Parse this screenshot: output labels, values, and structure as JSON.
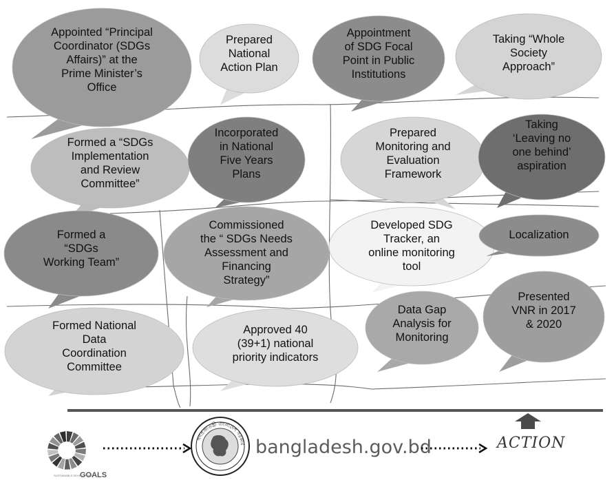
{
  "bubbles": [
    {
      "id": "principal-coordinator",
      "lines": [
        "Appointed “Principal",
        "Coordinator (SDGs",
        "Affairs)” at the",
        "Prime Minister’s",
        "Office"
      ],
      "fill": "#9b9b9b"
    },
    {
      "id": "national-action-plan",
      "lines": [
        "Prepared",
        "National",
        "Action Plan"
      ],
      "fill": "#dcdcdc"
    },
    {
      "id": "sdg-focal-point",
      "lines": [
        "Appointment",
        "of SDG Focal",
        "Point in Public",
        "Institutions"
      ],
      "fill": "#8c8c8c"
    },
    {
      "id": "whole-society",
      "lines": [
        "Taking “Whole",
        "Society",
        "Approach”"
      ],
      "fill": "#d4d4d4"
    },
    {
      "id": "implementation-committee",
      "lines": [
        "Formed a “SDGs",
        "Implementation",
        "and Review",
        "Committee”"
      ],
      "fill": "#bdbdbd"
    },
    {
      "id": "five-years-plans",
      "lines": [
        "Incorporated",
        "in National",
        "Five Years",
        "Plans"
      ],
      "fill": "#7f7f7f"
    },
    {
      "id": "monitoring-framework",
      "lines": [
        "Prepared",
        "Monitoring and",
        "Evaluation",
        "Framework"
      ],
      "fill": "#d6d6d6"
    },
    {
      "id": "leaving-no-one",
      "lines": [
        "Taking",
        "‘Leaving no",
        "one behind’",
        "aspiration"
      ],
      "fill": "#6e6e6e"
    },
    {
      "id": "working-team",
      "lines": [
        "Formed a",
        "“SDGs",
        "Working Team”"
      ],
      "fill": "#8a8a8a"
    },
    {
      "id": "needs-assessment",
      "lines": [
        "Commissioned",
        "the “ SDGs Needs",
        "Assessment and",
        "Financing",
        "Strategy”"
      ],
      "fill": "#a6a6a6"
    },
    {
      "id": "sdg-tracker",
      "lines": [
        "Developed SDG",
        "Tracker, an",
        "online monitoring",
        "tool"
      ],
      "fill": "#f3f3f3"
    },
    {
      "id": "localization",
      "lines": [
        "Localization"
      ],
      "fill": "#8c8c8c"
    },
    {
      "id": "data-coordination",
      "lines": [
        "Formed  National",
        "Data",
        "Coordination",
        "Committee"
      ],
      "fill": "#d3d3d3"
    },
    {
      "id": "priority-indicators",
      "lines": [
        "Approved 40",
        "(39+1) national",
        "priority indicators"
      ],
      "fill": "#dedede"
    },
    {
      "id": "data-gap",
      "lines": [
        "Data Gap",
        "Analysis for",
        "Monitoring"
      ],
      "fill": "#a9a9a9"
    },
    {
      "id": "vnr",
      "lines": [
        "Presented",
        "VNR in 2017",
        "& 2020"
      ],
      "fill": "#9e9e9e"
    }
  ],
  "footer": {
    "website": "bangladesh.gov.bd",
    "action_label": "ACTION",
    "sdg_logo_text": "GOALS",
    "sdg_logo_small": "SUSTAINABLE DEVELOPMENT",
    "seal_text": "গণপ্রজাতন্ত্রী বাংলাদেশ সরকার"
  },
  "colors": {
    "baseline": "#555555",
    "arrow_up": "#4a4a4a",
    "grid_lines": "#6a6a6a",
    "site_text": "#5c5c5c"
  }
}
